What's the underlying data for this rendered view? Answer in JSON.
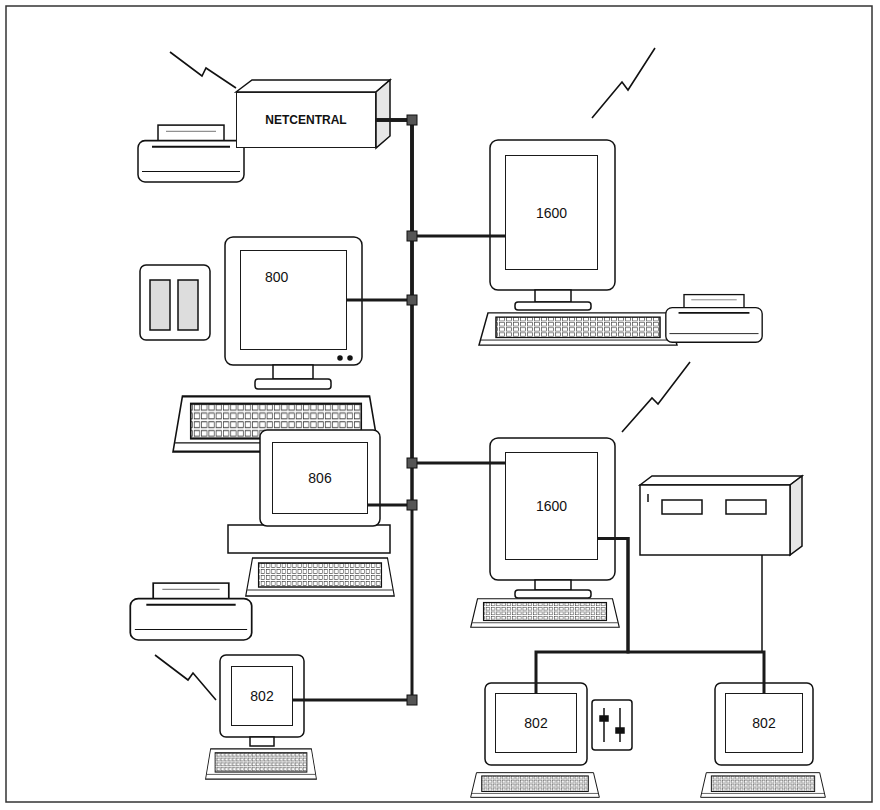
{
  "diagram": {
    "nodes": [
      {
        "text": [
          "NETCENTRAL"
        ]
      },
      {
        "text": [
          "1600"
        ]
      },
      {
        "text": [
          "800"
        ]
      },
      {
        "text": [
          "1600"
        ]
      },
      {
        "text": [
          "806"
        ]
      },
      {
        "text": [
          "802"
        ]
      },
      {
        "text": [
          "802"
        ]
      },
      {
        "text": [
          "802"
        ]
      }
    ],
    "edges": [
      {
        "from": 0,
        "to": 1,
        "arrow": "none"
      },
      {
        "from": 0,
        "to": 2,
        "arrow": "none"
      },
      {
        "from": 0,
        "to": 3,
        "arrow": "none"
      },
      {
        "from": 0,
        "to": 4,
        "arrow": "none"
      },
      {
        "from": 0,
        "to": 5,
        "arrow": "none"
      },
      {
        "from": 3,
        "to": 6,
        "arrow": "none"
      },
      {
        "from": 3,
        "to": 7,
        "arrow": "none"
      }
    ]
  }
}
